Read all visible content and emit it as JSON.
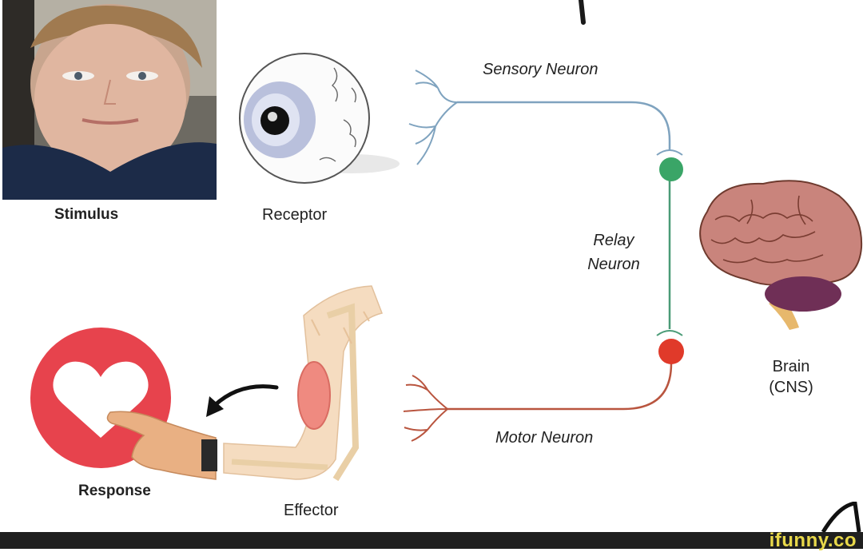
{
  "labels": {
    "stimulus": "Stimulus",
    "receptor": "Receptor",
    "sensory_neuron": "Sensory Neuron",
    "relay_neuron_line1": "Relay",
    "relay_neuron_line2": "Neuron",
    "brain_line1": "Brain",
    "brain_line2": "(CNS)",
    "motor_neuron": "Motor Neuron",
    "effector": "Effector",
    "response": "Response"
  },
  "watermark": "ifunny.co",
  "colors": {
    "sensory_neuron": "#7fa3bf",
    "relay_neuron": "#4a9b77",
    "relay_node": "#3aa567",
    "motor_neuron": "#b9553f",
    "motor_node": "#e03a2a",
    "response_circle": "#e7434d",
    "brain": "#c9847c",
    "cerebellum": "#6f2f56",
    "skin": "#f5dcc0",
    "muscle": "#ef8a80"
  },
  "icons": [
    "person-photo",
    "eye-icon",
    "brain-icon",
    "heart-icon",
    "arm-icon",
    "arrow-icon",
    "finger-icon"
  ]
}
